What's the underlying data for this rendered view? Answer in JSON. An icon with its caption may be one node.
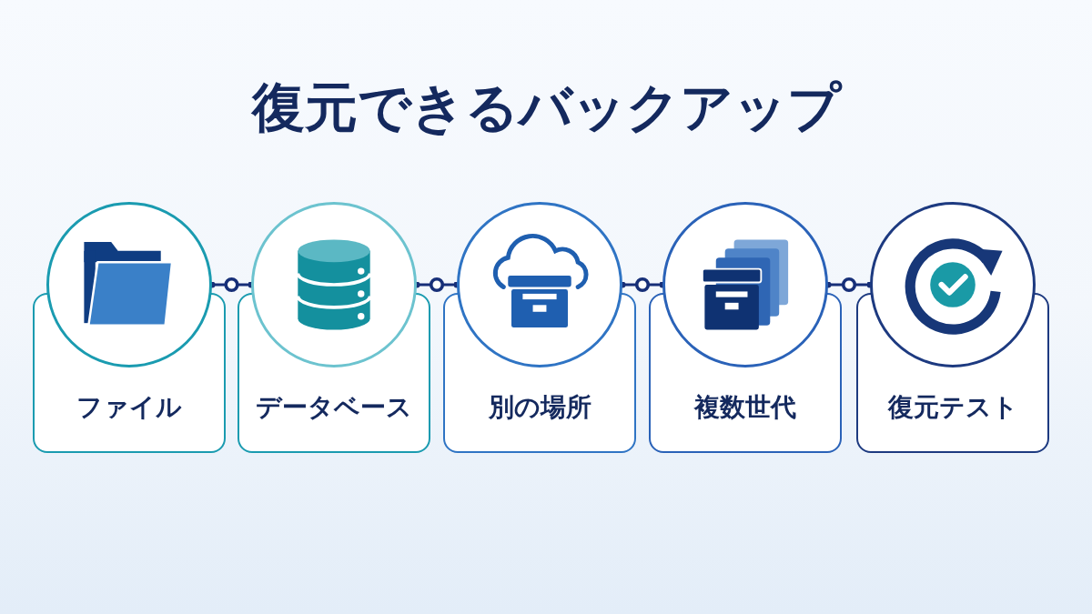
{
  "diagram": {
    "title": "復元できるバックアップ",
    "nodes": [
      {
        "text": [
          "ファイル"
        ]
      },
      {
        "text": [
          "データベース"
        ]
      },
      {
        "text": [
          "別の場所"
        ]
      },
      {
        "text": [
          "複数世代"
        ]
      },
      {
        "text": [
          "復元テスト"
        ]
      }
    ],
    "edges": [
      {
        "from": 0,
        "to": 1,
        "arrow": "other"
      },
      {
        "from": 1,
        "to": 2,
        "arrow": "other"
      },
      {
        "from": 2,
        "to": 3,
        "arrow": "other"
      },
      {
        "from": 3,
        "to": 4,
        "arrow": "other"
      }
    ]
  }
}
